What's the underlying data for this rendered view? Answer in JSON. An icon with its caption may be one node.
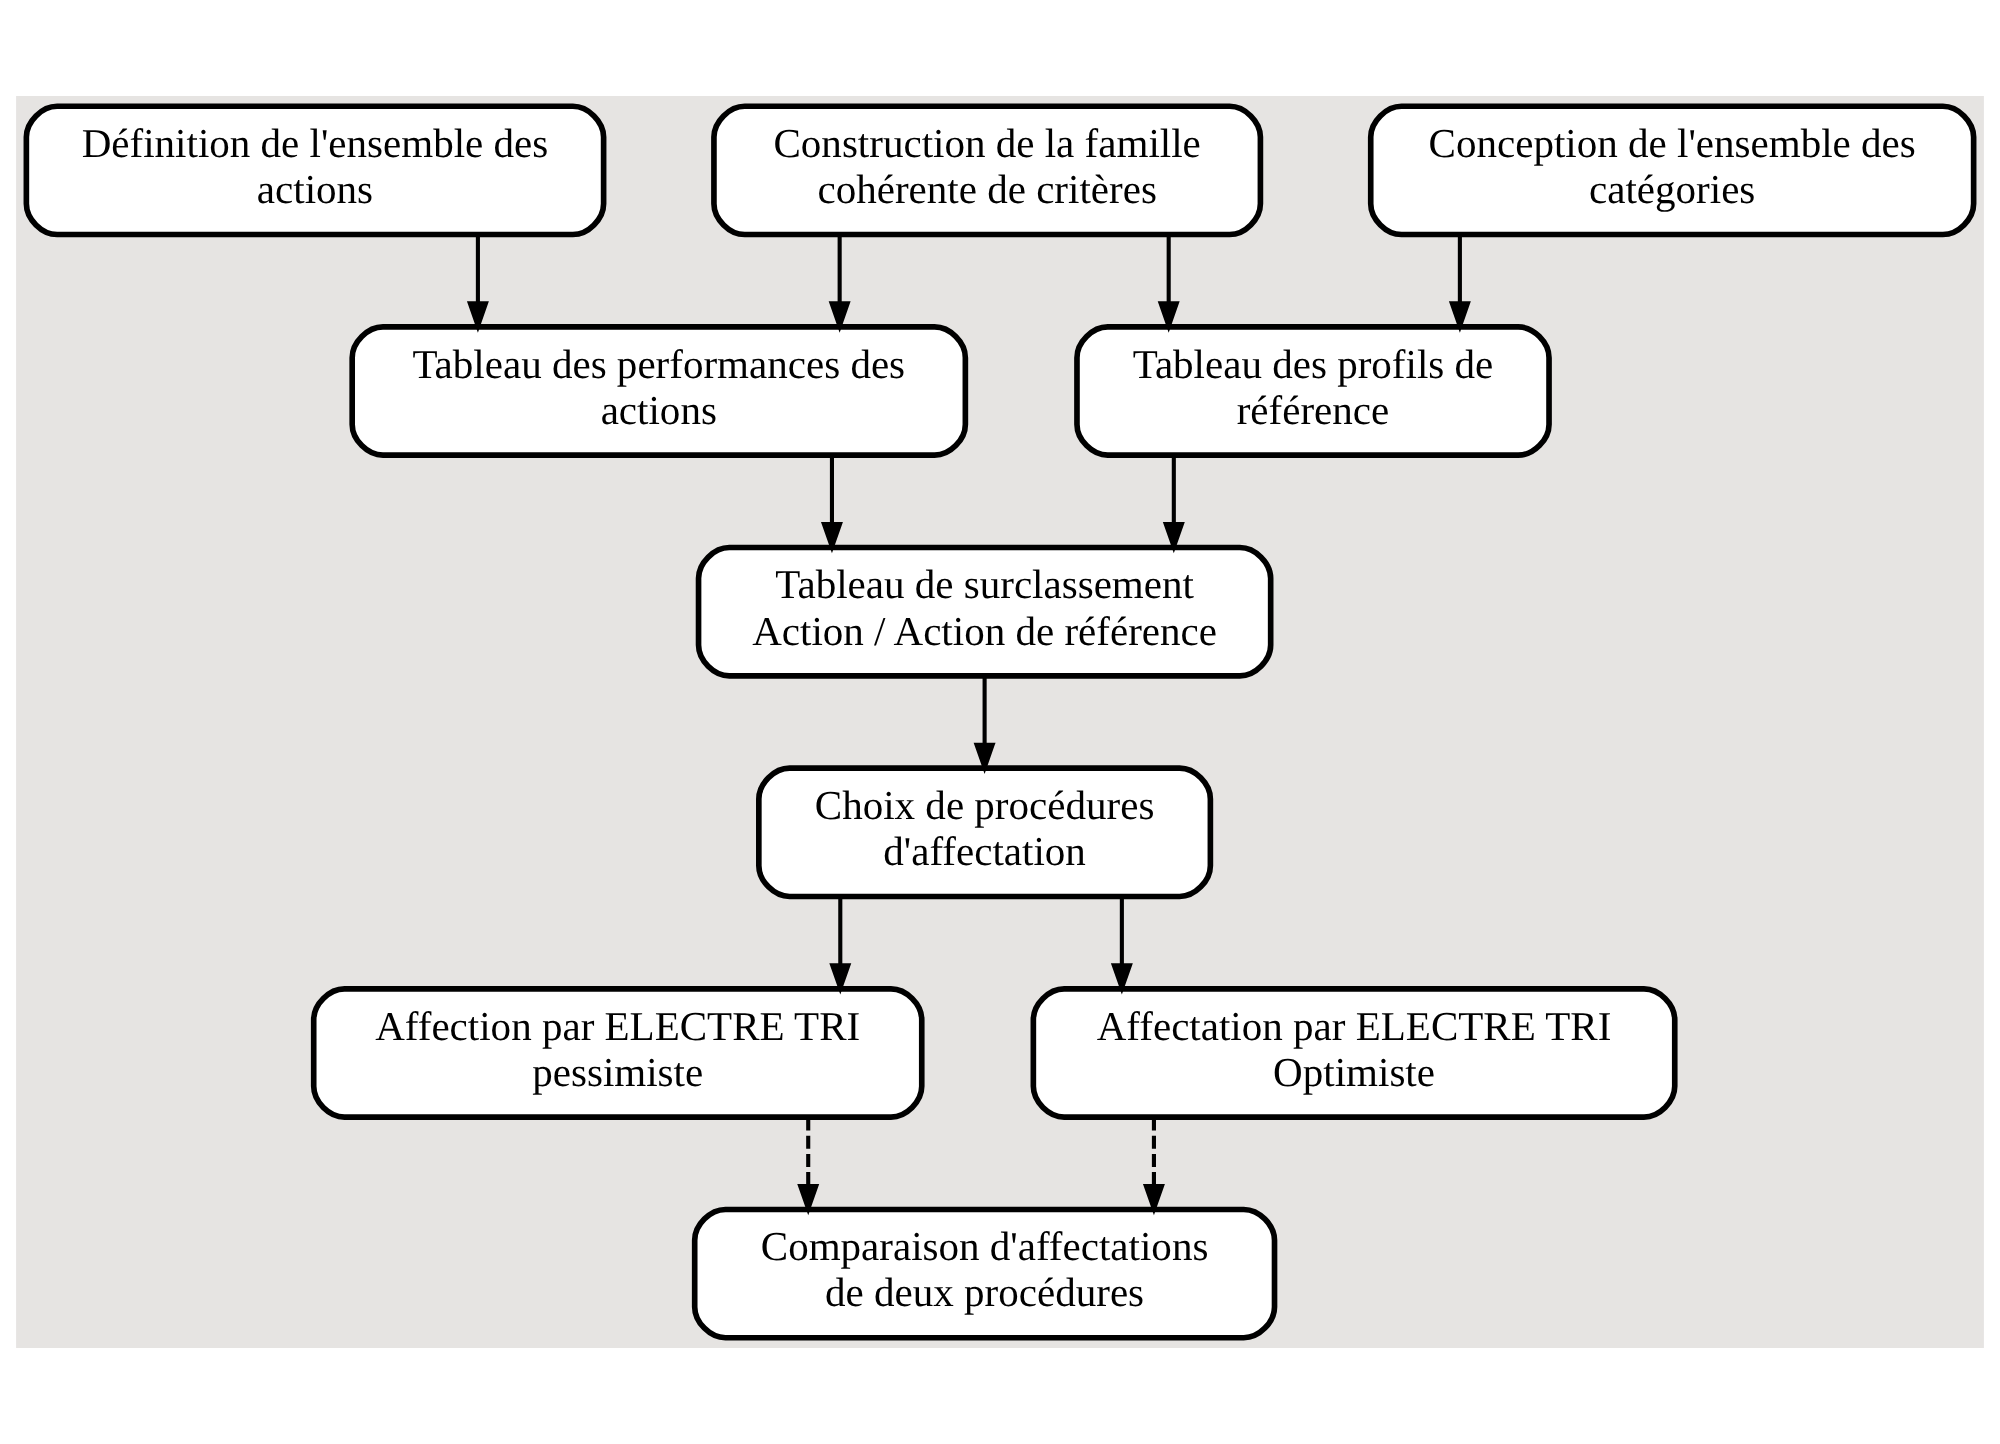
{
  "diagram": {
    "nodes": [
      {
        "text": [
          "Définition de l'ensemble des actions"
        ]
      },
      {
        "text": [
          "Construction de la famille cohérente de critères"
        ]
      },
      {
        "text": [
          "Conception de l'ensemble des catégories"
        ]
      },
      {
        "text": [
          "Tableau des performances des actions"
        ]
      },
      {
        "text": [
          "Tableau des profils de référence"
        ]
      },
      {
        "text": [
          "Tableau de surclassement Action / Action de référence"
        ]
      },
      {
        "text": [
          "Choix de procédures d'affectation"
        ]
      },
      {
        "text": [
          "Affection par ELECTRE TRI pessimiste"
        ]
      },
      {
        "text": [
          "Affectation par ELECTRE TRI Optimiste"
        ]
      },
      {
        "text": [
          "Comparaison d'affectations de deux procédures"
        ]
      }
    ],
    "edges": [
      {
        "from": 0,
        "to": 3,
        "arrow": "to"
      },
      {
        "from": 1,
        "to": 3,
        "arrow": "to"
      },
      {
        "from": 1,
        "to": 4,
        "arrow": "to"
      },
      {
        "from": 2,
        "to": 4,
        "arrow": "to"
      },
      {
        "from": 3,
        "to": 5,
        "arrow": "to"
      },
      {
        "from": 4,
        "to": 5,
        "arrow": "to"
      },
      {
        "from": 5,
        "to": 6,
        "arrow": "to"
      },
      {
        "from": 6,
        "to": 7,
        "arrow": "to"
      },
      {
        "from": 6,
        "to": 8,
        "arrow": "to"
      },
      {
        "from": 7,
        "to": 9,
        "arrow": "to",
        "style": "dashed"
      },
      {
        "from": 8,
        "to": 9,
        "arrow": "to",
        "style": "dashed"
      }
    ]
  }
}
